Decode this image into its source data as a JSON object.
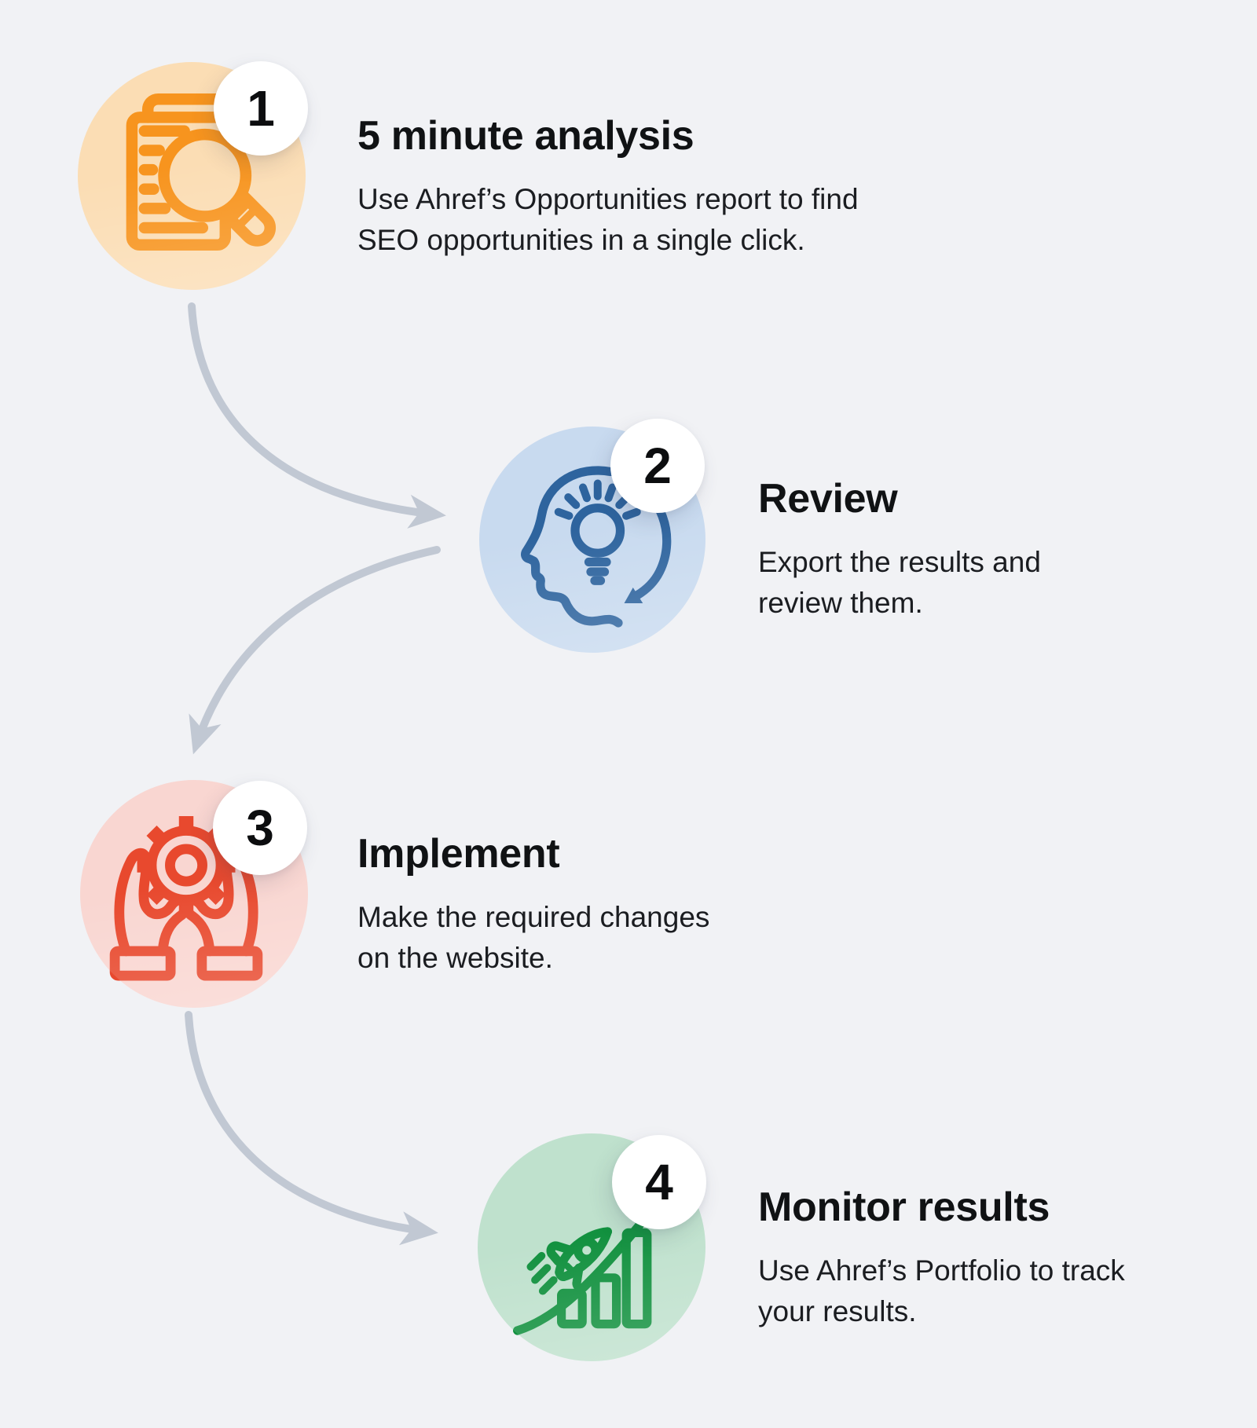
{
  "page": {
    "background": "#F1F2F5"
  },
  "arrow_color": "#C1C8D3",
  "text": {
    "title_color": "#101214",
    "desc_color": "#1B1D21",
    "number_color": "#0C0D0F"
  },
  "steps": [
    {
      "number": "1",
      "title": "5 minute analysis",
      "description_lines": [
        "Use Ahref’s Opportunities report to find",
        "SEO opportunities in a single click."
      ],
      "icon": "document-search-icon",
      "circle_color": "#FBDDB4",
      "icon_color": "#F7941E"
    },
    {
      "number": "2",
      "title": "Review",
      "description_lines": [
        "Export the results and",
        "review them."
      ],
      "icon": "head-lightbulb-icon",
      "circle_color": "#C8DAEF",
      "icon_color": "#2E649E"
    },
    {
      "number": "3",
      "title": "Implement",
      "description_lines": [
        "Make the required changes",
        "on the website."
      ],
      "icon": "hands-gear-icon",
      "circle_color": "#F9D6D1",
      "icon_color": "#E8492E"
    },
    {
      "number": "4",
      "title": "Monitor results",
      "description_lines": [
        "Use Ahref’s Portfolio to track",
        "your results."
      ],
      "icon": "rocket-growth-icon",
      "circle_color": "#BFE1CD",
      "icon_color": "#12913F"
    }
  ]
}
